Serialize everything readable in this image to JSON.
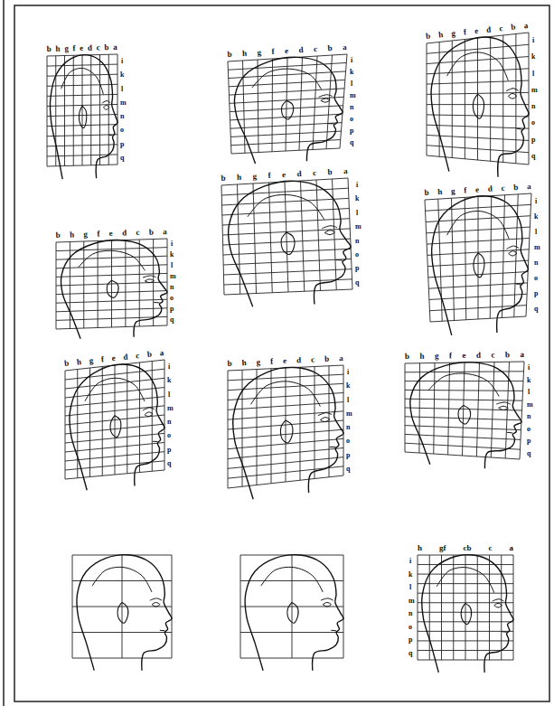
{
  "diagram": {
    "labels": [
      "b h g f e d c b a",
      "iklmnopq",
      "b h g f e d c b a",
      "iklmnopq",
      "b h g f e d c b a",
      "iklmnopq",
      "b h g f e d c b a",
      "iklmnopq",
      "b h g f e d c b a",
      "iklmnopq",
      "b h g f e d c b a",
      "iklmnopq",
      "b h g f e d c b a",
      "iklmnopq",
      "b h g f e d c b a",
      "iklmnopq",
      "b h g f e d c b a",
      "iklmnopq",
      "h gf cb c a",
      "iklmnopq"
    ]
  }
}
